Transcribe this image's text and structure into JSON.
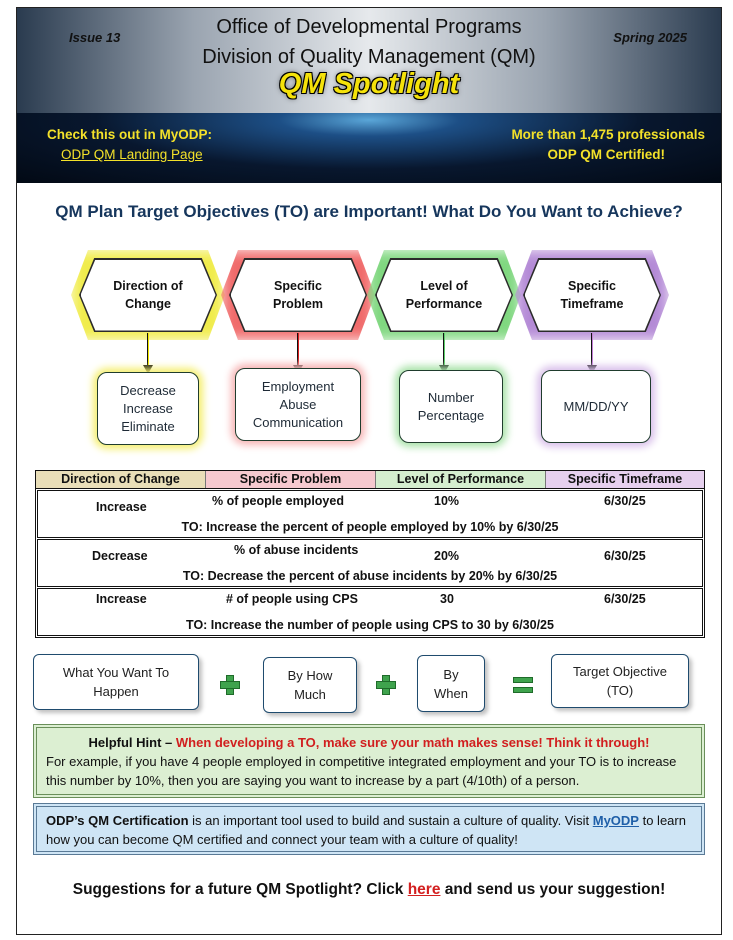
{
  "header": {
    "issue": "Issue 13",
    "season": "Spring 2025",
    "office": "Office of Developmental Programs",
    "division": "Division of Quality Management (QM)",
    "publication": "QM Spotlight"
  },
  "banner": {
    "left_line1": "Check this out in MyODP:",
    "left_link": "ODP QM Landing Page",
    "right_line1": "More than 1,475 professionals",
    "right_line2": "ODP QM Certified!"
  },
  "section_title": "QM Plan Target Objectives (TO) are Important! What Do You Want to Achieve?",
  "components": [
    {
      "label": "Direction of Change",
      "glow": "#f0ec4a",
      "arrow": "#f2e600",
      "box_glow": "#f5ef70",
      "examples": [
        "Decrease",
        "Increase",
        "Eliminate"
      ]
    },
    {
      "label": "Specific Problem",
      "glow": "#f06a6a",
      "arrow": "#d91e1e",
      "box_glow": "#f7b5b5",
      "examples": [
        "Employment",
        "Abuse",
        "Communication"
      ]
    },
    {
      "label": "Level of Performance",
      "glow": "#7fd77f",
      "arrow": "#5ccf6a",
      "box_glow": "#a9e3a9",
      "examples": [
        "Number",
        "Percentage"
      ]
    },
    {
      "label": "Specific Timeframe",
      "glow": "#b48ad6",
      "arrow": "#c27fd6",
      "box_glow": "#d9c0ea",
      "examples": [
        "MM/DD/YY"
      ]
    }
  ],
  "table": {
    "headers": [
      "Direction of Change",
      "Specific Problem",
      "Level of Performance",
      "Specific Timeframe"
    ],
    "header_colors": [
      "#e9deb8",
      "#f6c9cf",
      "#d5eecf",
      "#e6d0ee"
    ],
    "rows": [
      {
        "direction": "Increase",
        "problem": "% of people employed",
        "level": "10%",
        "timeframe": "6/30/25",
        "to": "TO: Increase the percent of people employed by 10% by 6/30/25"
      },
      {
        "direction": "Decrease",
        "problem": "% of abuse incidents",
        "level": "20%",
        "timeframe": "6/30/25",
        "to": "TO: Decrease the percent of abuse incidents by 20% by 6/30/25"
      },
      {
        "direction": "Increase",
        "problem": "# of people using CPS",
        "level": "30",
        "timeframe": "6/30/25",
        "to": "TO: Increase the number of people using CPS to 30 by 6/30/25"
      }
    ]
  },
  "equation": {
    "term1": [
      "What You Want To",
      "Happen"
    ],
    "term2": [
      "By How",
      "Much"
    ],
    "term3": [
      "By",
      "When"
    ],
    "result": [
      "Target Objective",
      "(TO)"
    ]
  },
  "hint": {
    "label": "Helpful Hint –",
    "headline": "When developing a TO, make sure your math makes sense! Think it through!",
    "body": "For example, if you have 4 people employed in competitive integrated employment and your TO is to increase this number by 10%, then you are saying you want to increase by a part (4/10th) of a person."
  },
  "certification": {
    "bold_lead": "ODP’s QM Certification",
    "text_before_link": " is an important tool used to build and sustain a culture of quality. Visit ",
    "link": "MyODP",
    "text_after_link": " to learn how you can become QM certified and connect your team with a culture of quality!"
  },
  "suggestion": {
    "before": "Suggestions for a future QM Spotlight? Click ",
    "link": "here",
    "after": " and send us your suggestion!"
  }
}
